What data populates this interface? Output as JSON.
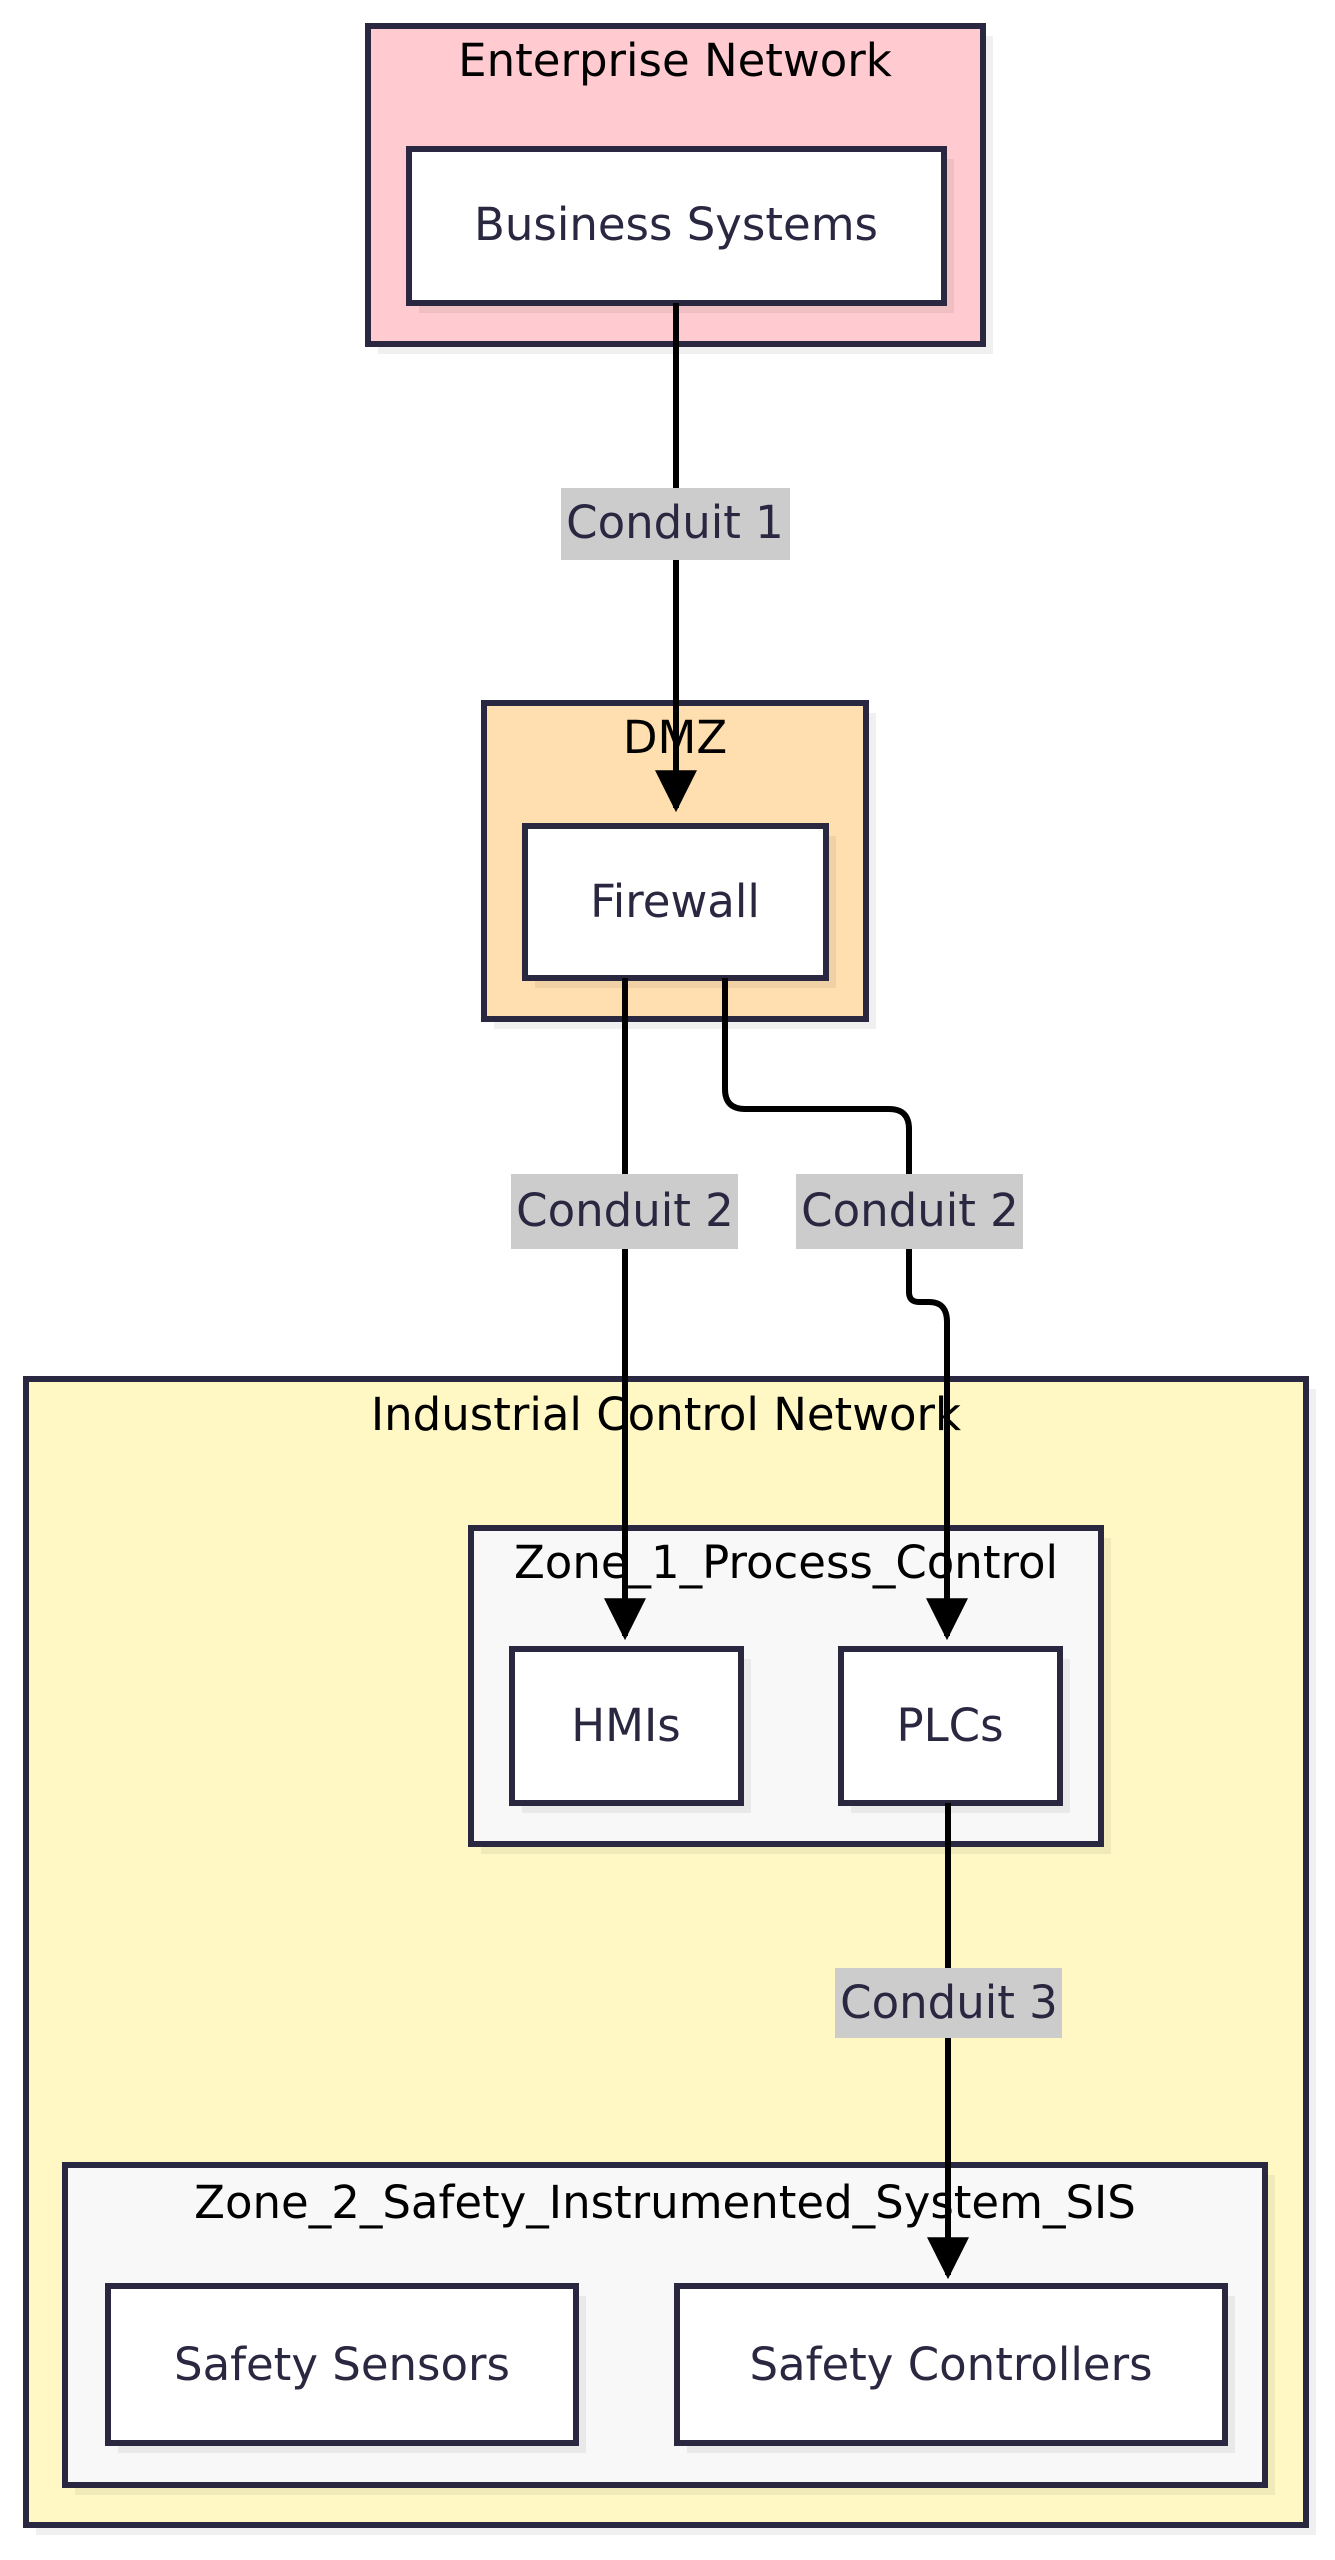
{
  "diagram": {
    "type": "network-zones-and-conduits",
    "colors": {
      "enterprise_fill": "#ffcbd1",
      "dmz_fill": "#ffdfb0",
      "industrial_fill": "#fff8c4",
      "zone_fill": "#f8f8f8",
      "node_fill": "#ffffff",
      "border": "#2a2741",
      "edge": "#000000",
      "edge_label_bg": "#cccccc"
    },
    "clusters": {
      "enterprise": {
        "title": "Enterprise Network"
      },
      "dmz": {
        "title": "DMZ"
      },
      "industrial": {
        "title": "Industrial Control Network"
      },
      "zone1": {
        "title": "Zone_1_Process_Control"
      },
      "zone2": {
        "title": "Zone_2_Safety_Instrumented_System_SIS"
      }
    },
    "nodes": {
      "business_systems": {
        "label": "Business Systems"
      },
      "firewall": {
        "label": "Firewall"
      },
      "hmis": {
        "label": "HMIs"
      },
      "plcs": {
        "label": "PLCs"
      },
      "safety_sensors": {
        "label": "Safety Sensors"
      },
      "safety_controllers": {
        "label": "Safety Controllers"
      }
    },
    "edges": [
      {
        "from": "Business Systems",
        "to": "Firewall",
        "label": "Conduit 1"
      },
      {
        "from": "Firewall",
        "to": "HMIs",
        "label": "Conduit 2"
      },
      {
        "from": "Firewall",
        "to": "PLCs",
        "label": "Conduit 2"
      },
      {
        "from": "PLCs",
        "to": "Safety Controllers",
        "label": "Conduit 3"
      }
    ]
  }
}
